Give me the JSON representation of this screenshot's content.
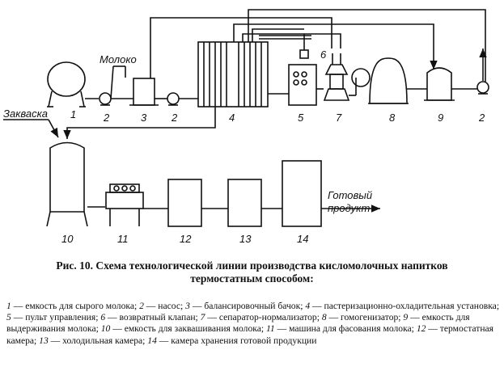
{
  "diagram": {
    "inputs": {
      "milk": "Молоко",
      "starter": "Закваска"
    },
    "output": {
      "line1": "Готовый",
      "line2": "продукт"
    },
    "numbers": {
      "n1": "1",
      "n2a": "2",
      "n3": "3",
      "n2b": "2",
      "n4": "4",
      "n5": "5",
      "n6": "6",
      "n7": "7",
      "n8": "8",
      "n9": "9",
      "n2c": "2",
      "n10": "10",
      "n11": "11",
      "n12": "12",
      "n13": "13",
      "n14": "14"
    }
  },
  "caption": {
    "line1": "Рис. 10. Схема технологической линии производства кисломолочных напитков",
    "line2": "термостатным способом:"
  },
  "legend": [
    {
      "num": "1",
      "text": " — емкость для сырого молока; "
    },
    {
      "num": "2",
      "text": " — насос; "
    },
    {
      "num": "3",
      "text": " — балансировочный бачок; "
    },
    {
      "num": "4",
      "text": " — пастеризационно-охладительная установка; "
    },
    {
      "num": "5",
      "text": " — пульт управления; "
    },
    {
      "num": "6",
      "text": " — возвратный клапан; "
    },
    {
      "num": "7",
      "text": " — сепаратор-нормализатор; "
    },
    {
      "num": "8",
      "text": " — гомогенизатор; "
    },
    {
      "num": "9",
      "text": " — емкость для выдерживания молока; "
    },
    {
      "num": "10",
      "text": " — емкость для заквашивания молока; "
    },
    {
      "num": "11",
      "text": " — машина для фасования молока; "
    },
    {
      "num": "12",
      "text": " — термостатная камера; "
    },
    {
      "num": "13",
      "text": " — холодильная камера; "
    },
    {
      "num": "14",
      "text": " — камера хранения готовой продукции"
    }
  ]
}
